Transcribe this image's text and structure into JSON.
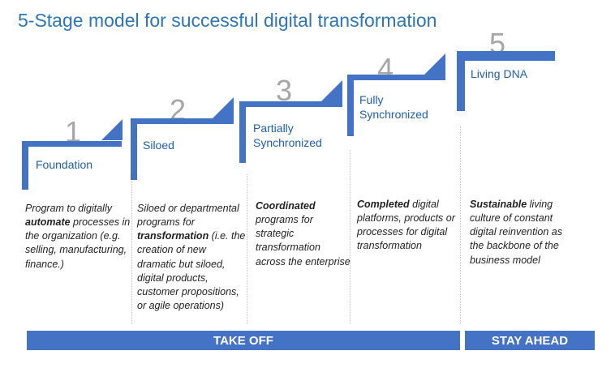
{
  "title": "5-Stage model for successful digital transformation",
  "stages": [
    {
      "number": "1",
      "label": "Foundation",
      "description": [
        {
          "text": "Program to digitally ",
          "bold": false
        },
        {
          "text": "automate",
          "bold": true
        },
        {
          "text": " processes in the organization (e.g. selling, manufacturing, finance.)",
          "bold": false
        }
      ]
    },
    {
      "number": "2",
      "label": "Siloed",
      "description": [
        {
          "text": "Siloed or departmental programs for ",
          "bold": false
        },
        {
          "text": "transformation",
          "bold": true
        },
        {
          "text": " (i.e. the creation of new dramatic but siloed, digital products, customer propositions, or agile operations)",
          "bold": false
        }
      ]
    },
    {
      "number": "3",
      "label": "Partially Synchronized",
      "description": [
        {
          "text": "Coordinated",
          "bold": true
        },
        {
          "text": " programs for strategic transformation across the enterprise",
          "bold": false
        }
      ]
    },
    {
      "number": "4",
      "label": "Fully Synchronized",
      "description": [
        {
          "text": "Completed",
          "bold": true
        },
        {
          "text": " digital platforms, products or processes for digital transformation",
          "bold": false
        }
      ]
    },
    {
      "number": "5",
      "label": "Living DNA",
      "description": [
        {
          "text": "Sustainable",
          "bold": true
        },
        {
          "text": " living culture of constant digital reinvention as the backbone of the business model",
          "bold": false
        }
      ]
    }
  ],
  "phases": {
    "take_off": "TAKE OFF",
    "stay_ahead": "STAY AHEAD"
  },
  "colors": {
    "accent": "#4472c4",
    "title": "#2e75b6",
    "number": "#a6a6a6"
  }
}
